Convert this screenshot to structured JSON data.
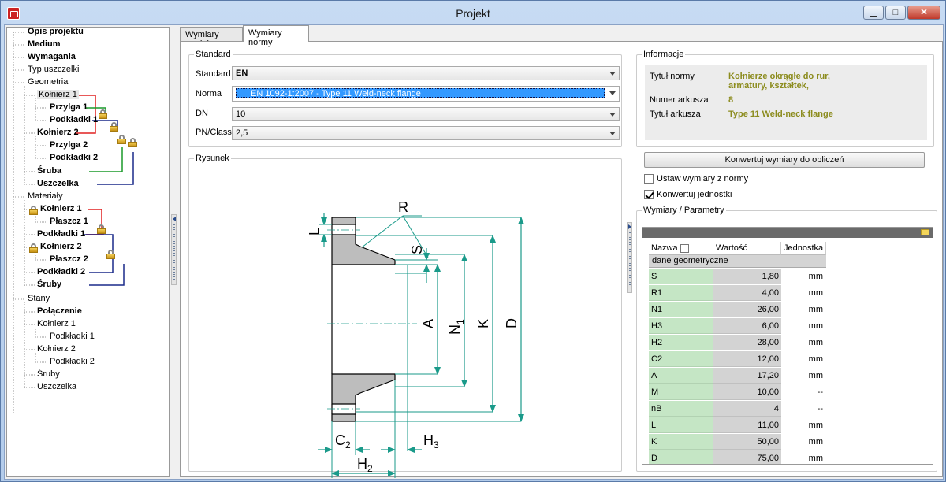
{
  "window": {
    "title": "Projekt"
  },
  "tree": {
    "items": [
      {
        "label": "Opis projektu",
        "bold": true
      },
      {
        "label": "Medium",
        "bold": true
      },
      {
        "label": "Wymagania",
        "bold": true
      },
      {
        "label": "Typ uszczelki",
        "bold": false
      },
      {
        "label": "Geometria",
        "bold": false
      },
      {
        "label": "Kołnierz 1",
        "bold": false
      },
      {
        "label": "Przylga 1",
        "bold": true
      },
      {
        "label": "Podkładki 1",
        "bold": true
      },
      {
        "label": "Kołnierz 2",
        "bold": true
      },
      {
        "label": "Przylga 2",
        "bold": true
      },
      {
        "label": "Podkładki 2",
        "bold": true
      },
      {
        "label": "Śruba",
        "bold": true
      },
      {
        "label": "Uszczelka",
        "bold": true
      },
      {
        "label": "Materiały",
        "bold": false
      },
      {
        "label": "Kołnierz 1",
        "bold": true
      },
      {
        "label": "Płaszcz 1",
        "bold": true
      },
      {
        "label": "Podkładki 1",
        "bold": true
      },
      {
        "label": "Kołnierz 2",
        "bold": true
      },
      {
        "label": "Płaszcz 2",
        "bold": true
      },
      {
        "label": "Podkładki 2",
        "bold": true
      },
      {
        "label": "Śruby",
        "bold": true
      },
      {
        "label": "Stany",
        "bold": false
      },
      {
        "label": "Połączenie",
        "bold": true
      },
      {
        "label": "Kołnierz 1",
        "bold": false
      },
      {
        "label": "Podkładki 1",
        "bold": false
      },
      {
        "label": "Kołnierz 2",
        "bold": false
      },
      {
        "label": "Podkładki 2",
        "bold": false
      },
      {
        "label": "Śruby",
        "bold": false
      },
      {
        "label": "Uszczelka",
        "bold": false
      }
    ]
  },
  "tabs": [
    {
      "label": "Wymiary modelu"
    },
    {
      "label": "Wymiary normy"
    }
  ],
  "standard": {
    "group_label": "Standard",
    "standard_label": "Standard",
    "standard_value": "EN",
    "norma_label": "Norma",
    "norma_value": "EN 1092-1:2007 - Type 11 Weld-neck flange",
    "dn_label": "DN",
    "dn_value": "10",
    "pn_label": "PN/Class",
    "pn_value": "2,5"
  },
  "drawing": {
    "group_label": "Rysunek",
    "labels": {
      "R": "R",
      "L": "L",
      "S": "S",
      "A": "A",
      "N1": "N",
      "N1_sub": "1",
      "K": "K",
      "D": "D",
      "C2": "C",
      "C2_sub": "2",
      "H3": "H",
      "H3_sub": "3",
      "H2": "H",
      "H2_sub": "2"
    }
  },
  "info": {
    "group_label": "Informacje",
    "rows": [
      {
        "label": "Tytuł normy",
        "value": "Kołnierze okrągłe do rur,"
      },
      {
        "label": "",
        "value": "armatury, kształtek,"
      },
      {
        "label": "Numer arkusza",
        "value": "8"
      },
      {
        "label": "Tytuł arkusza",
        "value": "Type 11 Weld-neck flange"
      }
    ]
  },
  "convert_button": "Konwertuj wymiary do obliczeń",
  "checkboxes": [
    {
      "label": "Ustaw wymiary z normy",
      "checked": false
    },
    {
      "label": "Konwertuj jednostki",
      "checked": true
    }
  ],
  "params": {
    "group_label": "Wymiary / Parametry",
    "headers": {
      "name": "Nazwa",
      "value": "Wartość",
      "unit": "Jednostka"
    },
    "group_row": "dane geometryczne",
    "rows": [
      {
        "name": "S",
        "value": "1,80",
        "unit": "mm"
      },
      {
        "name": "R1",
        "value": "4,00",
        "unit": "mm"
      },
      {
        "name": "N1",
        "value": "26,00",
        "unit": "mm"
      },
      {
        "name": "H3",
        "value": "6,00",
        "unit": "mm"
      },
      {
        "name": "H2",
        "value": "28,00",
        "unit": "mm"
      },
      {
        "name": "C2",
        "value": "12,00",
        "unit": "mm"
      },
      {
        "name": "A",
        "value": "17,20",
        "unit": "mm"
      },
      {
        "name": "M",
        "value": "10,00",
        "unit": "--"
      },
      {
        "name": "nB",
        "value": "4",
        "unit": "--"
      },
      {
        "name": "L",
        "value": "11,00",
        "unit": "mm"
      },
      {
        "name": "K",
        "value": "50,00",
        "unit": "mm"
      },
      {
        "name": "D",
        "value": "75,00",
        "unit": "mm"
      }
    ]
  },
  "colors": {
    "accent_teal": "#1a9a8a",
    "line_red": "#e02020",
    "line_green": "#1a9a2a",
    "line_navy": "#1a2a8a",
    "info_value": "#8c8c1e",
    "cell_green": "#c5e6c5"
  }
}
